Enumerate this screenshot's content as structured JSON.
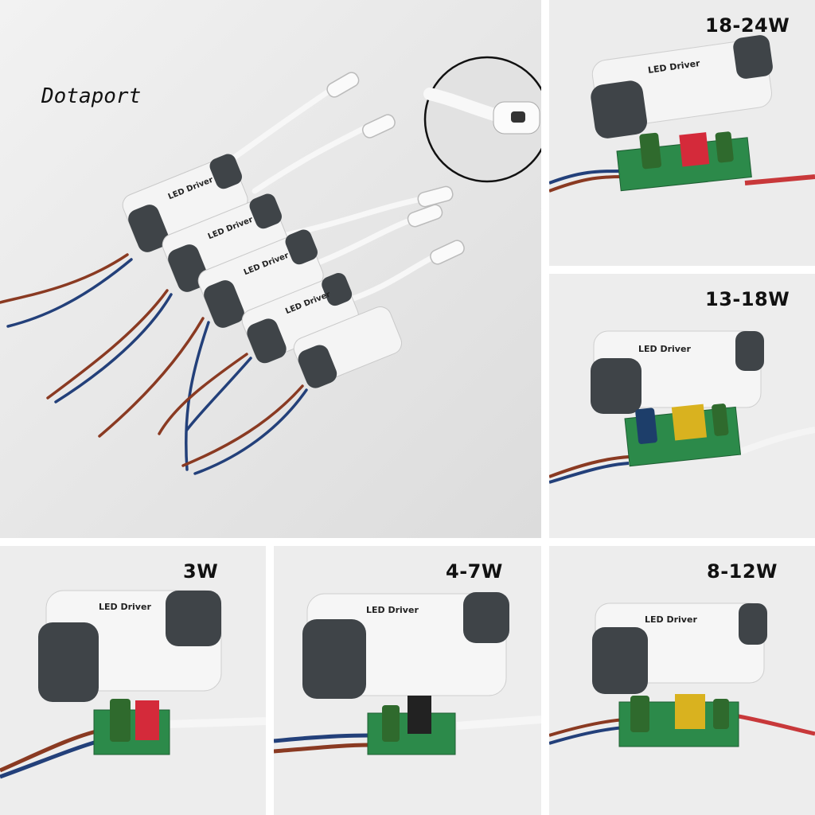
{
  "brand": {
    "watermark": "Dotaport"
  },
  "product": {
    "case_label": "LED Driver"
  },
  "panels": {
    "main": {
      "label": ""
    },
    "p18_24": {
      "label": "18-24W"
    },
    "p13_18": {
      "label": "13-18W"
    },
    "p3": {
      "label": "3W"
    },
    "p4_7": {
      "label": "4-7W"
    },
    "p8_12": {
      "label": "8-12W"
    }
  },
  "colors": {
    "background": "#ffffff",
    "panel_bg": "#eeeeee",
    "case_white": "#f4f4f4",
    "case_dark": "#3f4448",
    "wire_brown": "#8a3a22",
    "wire_blue": "#23407a",
    "pcb_green": "#2c8a4a",
    "transformer_red": "#d42a3a",
    "transformer_yellow": "#d9b21f"
  }
}
